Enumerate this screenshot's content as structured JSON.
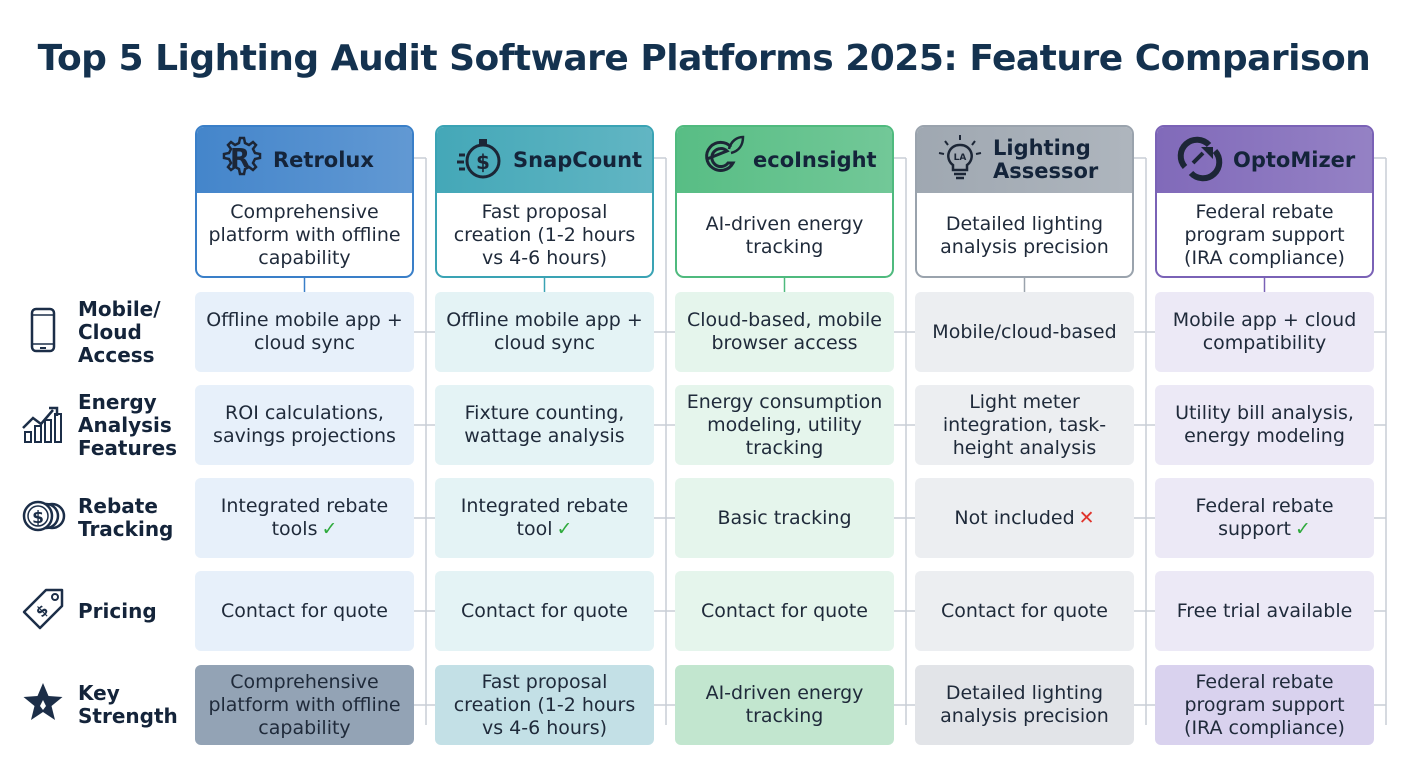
{
  "title": "Top 5 Lighting Audit Software Platforms 2025: Feature Comparison",
  "rows": [
    {
      "label": "Mobile/\nCloud\nAccess",
      "icon": "smartphone-icon"
    },
    {
      "label": "Energy\nAnalysis\nFeatures",
      "icon": "bar-chart-trend-icon"
    },
    {
      "label": "Rebate\nTracking",
      "icon": "coins-icon"
    },
    {
      "label": "Pricing",
      "icon": "price-tag-icon"
    },
    {
      "label": "Key\nStrength",
      "icon": "star-icon"
    }
  ],
  "platforms": [
    {
      "name": "Retrolux",
      "logo": "gear-r-icon",
      "accent": "#3a7fc8",
      "desc": "Comprehensive platform with offline capability",
      "cells": [
        "Offline mobile app + cloud sync",
        "ROI calculations, savings projections",
        "Integrated rebate tools",
        "Contact for quote",
        "Comprehensive platform with offline capability"
      ],
      "marks": [
        "",
        "",
        "check",
        "",
        ""
      ]
    },
    {
      "name": "SnapCount",
      "logo": "stopwatch-dollar-icon",
      "accent": "#3aa3b4",
      "desc": "Fast proposal creation (1-2 hours vs 4-6 hours)",
      "cells": [
        "Offline mobile app + cloud sync",
        "Fixture counting, wattage analysis",
        "Integrated rebate tool",
        "Contact for quote",
        "Fast proposal creation (1-2 hours vs 4-6 hours)"
      ],
      "marks": [
        "",
        "",
        "check",
        "",
        ""
      ]
    },
    {
      "name": "ecoInsight",
      "logo": "leaf-e-icon",
      "accent": "#4fba7e",
      "desc": "AI-driven energy tracking",
      "cells": [
        "Cloud-based, mobile browser access",
        "Energy consumption modeling, utility tracking",
        "Basic tracking",
        "Contact for quote",
        "AI-driven energy tracking"
      ],
      "marks": [
        "",
        "",
        "",
        "",
        ""
      ]
    },
    {
      "name": "Lighting Assessor",
      "logo": "lightbulb-la-icon",
      "accent": "#9aa3ad",
      "desc": "Detailed lighting analysis precision",
      "cells": [
        "Mobile/cloud-based",
        "Light meter integration, task-height analysis",
        "Not included",
        "Contact for quote",
        "Detailed lighting analysis precision"
      ],
      "marks": [
        "",
        "",
        "cross",
        "",
        ""
      ]
    },
    {
      "name": "OptoMizer",
      "logo": "arrow-target-icon",
      "accent": "#7a62b6",
      "desc": "Federal rebate program support (IRA compliance)",
      "cells": [
        "Mobile app + cloud compatibility",
        "Utility bill analysis, energy modeling",
        "Federal rebate support",
        "Free trial available",
        "Federal rebate program support (IRA compliance)"
      ],
      "marks": [
        "",
        "",
        "check",
        "",
        ""
      ]
    }
  ],
  "marks": {
    "check": "✓",
    "cross": "✕"
  }
}
